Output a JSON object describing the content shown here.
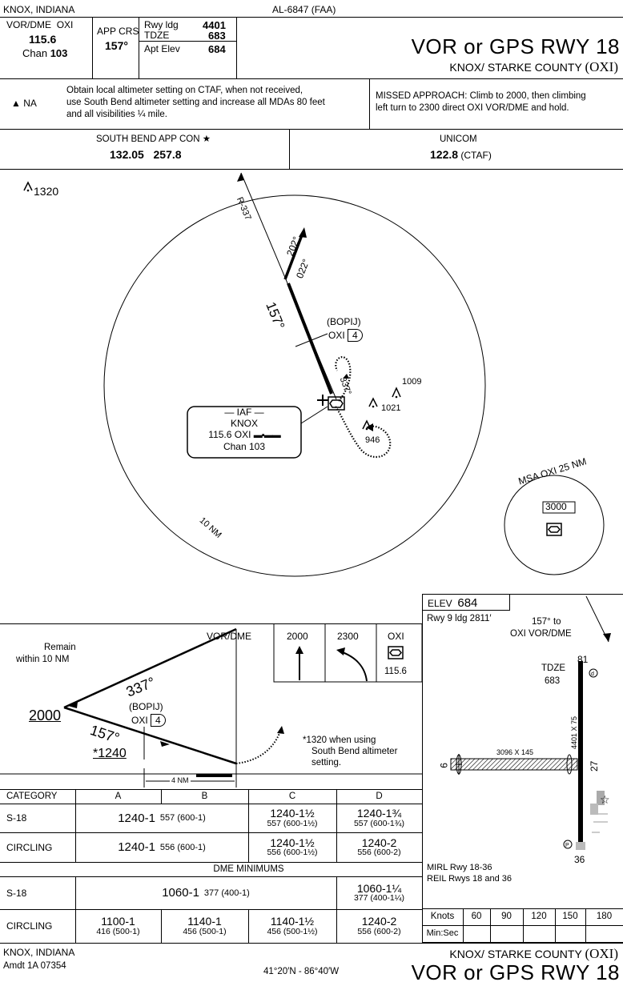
{
  "header": {
    "location": "KNOX, INDIANA",
    "chart_id": "AL-6847 (FAA)",
    "title": "VOR or GPS RWY 18",
    "airport": "KNOX/ STARKE COUNTY",
    "airport_id": "(OXI)"
  },
  "nav_info": {
    "vordme_label": "VOR/DME",
    "vordme_id": "OXI",
    "vordme_freq": "115.6",
    "chan_label": "Chan",
    "chan_num": "103",
    "app_crs_label": "APP CRS",
    "app_crs_value": "157°",
    "rwy_ldg_label": "Rwy ldg",
    "rwy_ldg_value": "4401",
    "tdze_label": "TDZE",
    "tdze_value": "683",
    "apt_elev_label": "Apt Elev",
    "apt_elev_value": "684"
  },
  "notes": {
    "na_label": "NA",
    "altimeter_line1": "Obtain local altimeter setting on CTAF, when not received,",
    "altimeter_line2": "use South Bend altimeter setting and increase all MDAs 80 feet",
    "altimeter_line3": "and all visibilities ¼ mile.",
    "missed_line1": "MISSED APPROACH: Climb to 2000, then climbing",
    "missed_line2": "left turn to 2300 direct OXI VOR/DME and hold."
  },
  "comms": {
    "app_label": "SOUTH BEND APP CON",
    "app_freq1": "132.05",
    "app_freq2": "257.8",
    "unicom_label": "UNICOM",
    "unicom_freq": "122.8",
    "unicom_note": "(CTAF)"
  },
  "plan": {
    "obstacle_top": "1320",
    "radial": "R-337",
    "course_202": "202°",
    "course_022": "022°",
    "course_157": "157°",
    "fix_name": "(BOPIJ)",
    "fix_id": "OXI",
    "fix_dme": "4",
    "hold_course": "337°",
    "obs_1009": "1009",
    "obs_1021": "1021",
    "obs_946": "946",
    "iaf_label": "IAF",
    "iaf_name": "KNOX",
    "iaf_freq": "115.6",
    "iaf_id": "OXI",
    "iaf_chan": "Chan 103",
    "range_label": "10 NM",
    "msa_label": "MSA OXI 25 NM",
    "msa_value": "3000"
  },
  "profile": {
    "remain_line1": "Remain",
    "remain_line2": "within 10 NM",
    "vordme_label": "VOR/DME",
    "course_337": "337°",
    "course_157": "157°",
    "alt_2000": "2000",
    "fix_name": "(BOPIJ)",
    "fix_id": "OXI",
    "fix_dme": "4",
    "mda": "*1240",
    "dist": "4 NM",
    "footnote_line1": "*1320 when using",
    "footnote_line2": "South Bend altimeter",
    "footnote_line3": "setting.",
    "missed_alt1": "2000",
    "missed_alt2": "2300",
    "missed_fix": "OXI",
    "missed_freq": "115.6"
  },
  "minimums": {
    "headers": [
      "CATEGORY",
      "A",
      "B",
      "C",
      "D"
    ],
    "s18_label": "S-18",
    "s18_ab_main": "1240-1",
    "s18_ab_sub": "557 (600-1)",
    "s18_c_main": "1240-1½",
    "s18_c_sub": "557 (600-1½)",
    "s18_d_main": "1240-1¾",
    "s18_d_sub": "557 (600-1¾)",
    "circ_label": "CIRCLING",
    "circ_ab_main": "1240-1",
    "circ_ab_sub": "556 (600-1)",
    "circ_c_main": "1240-1½",
    "circ_c_sub": "556 (600-1½)",
    "circ_d_main": "1240-2",
    "circ_d_sub": "556 (600-2)",
    "dme_title": "DME MINIMUMS",
    "dme_s18_label": "S-18",
    "dme_s18_abc_main": "1060-1",
    "dme_s18_abc_sub": "377 (400-1)",
    "dme_s18_d_main": "1060-1¼",
    "dme_s18_d_sub": "377 (400-1¼)",
    "dme_circ_label": "CIRCLING",
    "dme_circ_a_main": "1100-1",
    "dme_circ_a_sub": "416 (500-1)",
    "dme_circ_b_main": "1140-1",
    "dme_circ_b_sub": "456 (500-1)",
    "dme_circ_c_main": "1140-1½",
    "dme_circ_c_sub": "456 (500-1½)",
    "dme_circ_d_main": "1240-2",
    "dme_circ_d_sub": "556 (600-2)"
  },
  "airport_diagram": {
    "elev_label": "ELEV",
    "elev_value": "684",
    "rwy9_ldg": "Rwy 9 ldg 2811′",
    "course_line1": "157° to",
    "course_line2": "OXI VOR/DME",
    "tdze_label": "TDZE",
    "tdze_value": "683",
    "rwy_18_dims": "4401 X 75",
    "rwy_9_dims": "3096 X 145",
    "rwy_81": "81",
    "rwy_36": "36",
    "rwy_9": "9",
    "rwy_27": "27",
    "lighting_line1": "MIRL Rwy 18-36",
    "lighting_line2": "REIL Rwys 18 and 36",
    "knots_label": "Knots",
    "speeds": [
      "60",
      "90",
      "120",
      "150",
      "180"
    ],
    "minsec_label": "Min:Sec"
  },
  "footer": {
    "location": "KNOX, INDIANA",
    "amendment": "Amdt 1A 07354",
    "coords": "41°20′N - 86°40′W",
    "airport": "KNOX/ STARKE COUNTY",
    "airport_id": "(OXI)",
    "title": "VOR or GPS RWY 18"
  }
}
